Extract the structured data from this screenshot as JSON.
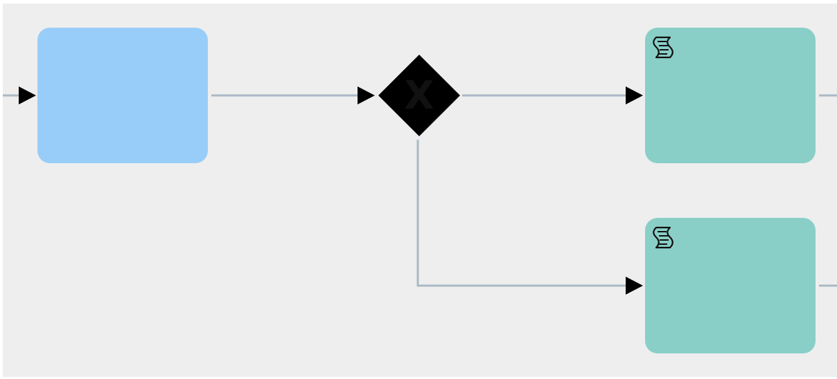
{
  "diagram": {
    "tasks": [
      {
        "id": "task-1",
        "label": "",
        "type": "task",
        "color": "#99cdf9"
      },
      {
        "id": "task-2",
        "label": "",
        "type": "script-task",
        "color": "#89cfc8",
        "icon": "script-icon"
      },
      {
        "id": "task-3",
        "label": "",
        "type": "script-task",
        "color": "#89cfc8",
        "icon": "script-icon"
      }
    ],
    "gateway": {
      "type": "exclusive-gateway",
      "marker": "X",
      "color": "#ffab2e"
    },
    "flow_color": "#aab9c4",
    "arrow_color": "#000000",
    "canvas_color": "#eeeeee"
  }
}
